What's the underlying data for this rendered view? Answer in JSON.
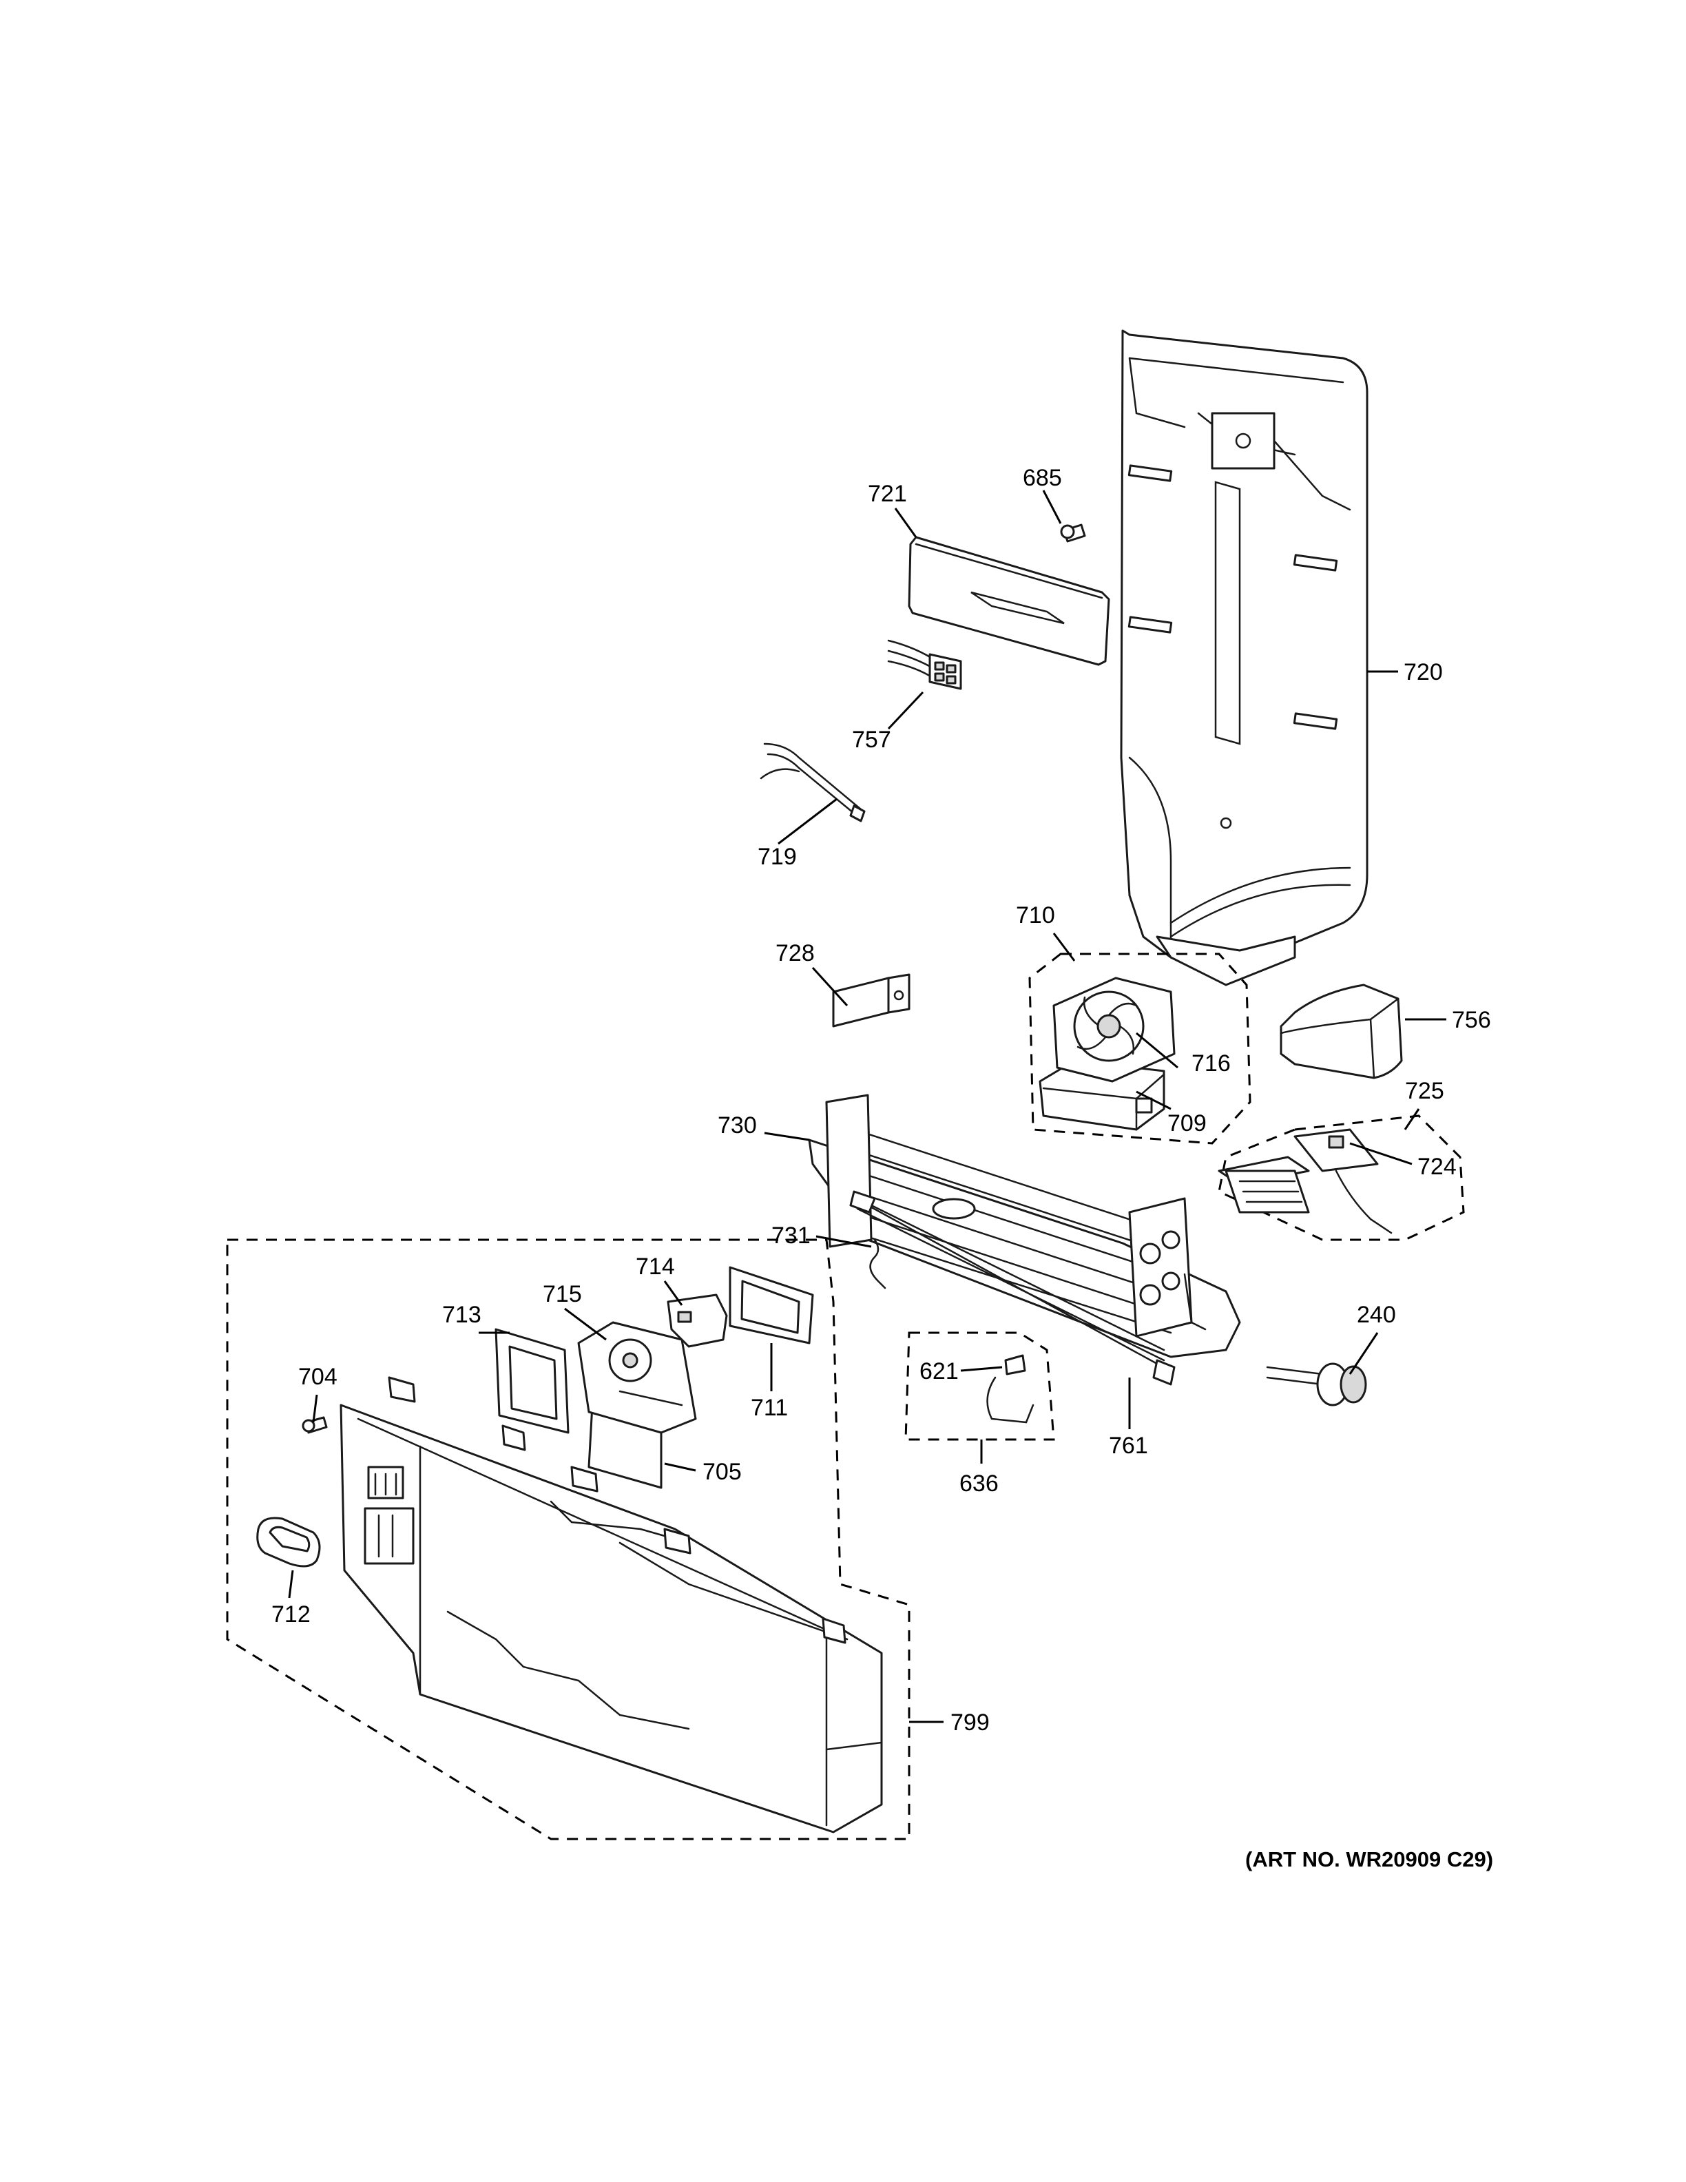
{
  "diagram": {
    "art_number": "(ART NO. WR20909 C29)",
    "callouts": {
      "c721": "721",
      "c685": "685",
      "c720": "720",
      "c757": "757",
      "c719": "719",
      "c710": "710",
      "c728": "728",
      "c756": "756",
      "c716": "716",
      "c709": "709",
      "c730": "730",
      "c725": "725",
      "c724": "724",
      "c731": "731",
      "c714": "714",
      "c715": "715",
      "c713": "713",
      "c704": "704",
      "c711": "711",
      "c705": "705",
      "c240": "240",
      "c621": "621",
      "c636": "636",
      "c761": "761",
      "c712": "712",
      "c799": "799"
    }
  }
}
